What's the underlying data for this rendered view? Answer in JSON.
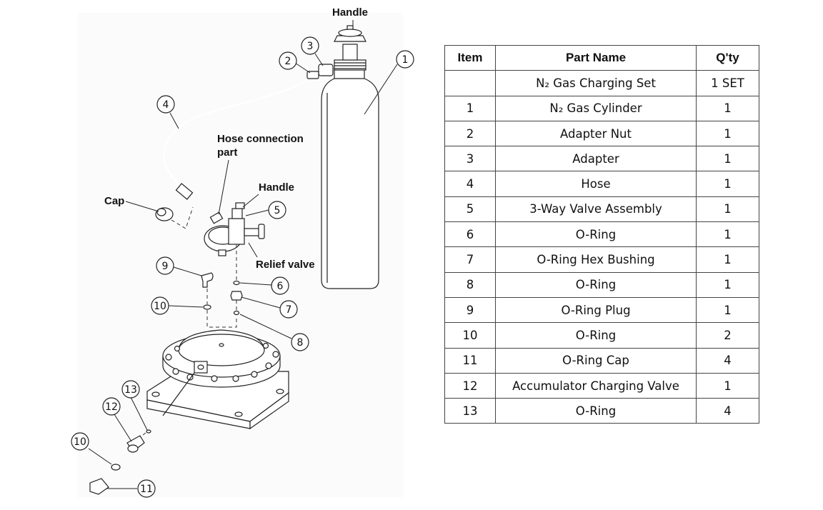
{
  "diagram": {
    "labels": {
      "handle_top": "Handle",
      "hose_connection_1": "Hose connection",
      "hose_connection_2": "part",
      "handle_valve": "Handle",
      "cap": "Cap",
      "relief_valve": "Relief valve"
    },
    "callouts": [
      "1",
      "2",
      "3",
      "4",
      "5",
      "6",
      "7",
      "8",
      "9",
      "10",
      "10",
      "11",
      "12",
      "13"
    ]
  },
  "table": {
    "headers": [
      "Item",
      "Part Name",
      "Q'ty"
    ],
    "rows": [
      [
        "",
        "N₂ Gas Charging Set",
        "1 SET"
      ],
      [
        "1",
        "N₂ Gas Cylinder",
        "1"
      ],
      [
        "2",
        "Adapter Nut",
        "1"
      ],
      [
        "3",
        "Adapter",
        "1"
      ],
      [
        "4",
        "Hose",
        "1"
      ],
      [
        "5",
        "3-Way Valve Assembly",
        "1"
      ],
      [
        "6",
        "O-Ring",
        "1"
      ],
      [
        "7",
        "O-Ring Hex Bushing",
        "1"
      ],
      [
        "8",
        "O-Ring",
        "1"
      ],
      [
        "9",
        "O-Ring Plug",
        "1"
      ],
      [
        "10",
        "O-Ring",
        "2"
      ],
      [
        "11",
        "O-Ring Cap",
        "4"
      ],
      [
        "12",
        "Accumulator Charging Valve",
        "1"
      ],
      [
        "13",
        "O-Ring",
        "4"
      ]
    ]
  }
}
